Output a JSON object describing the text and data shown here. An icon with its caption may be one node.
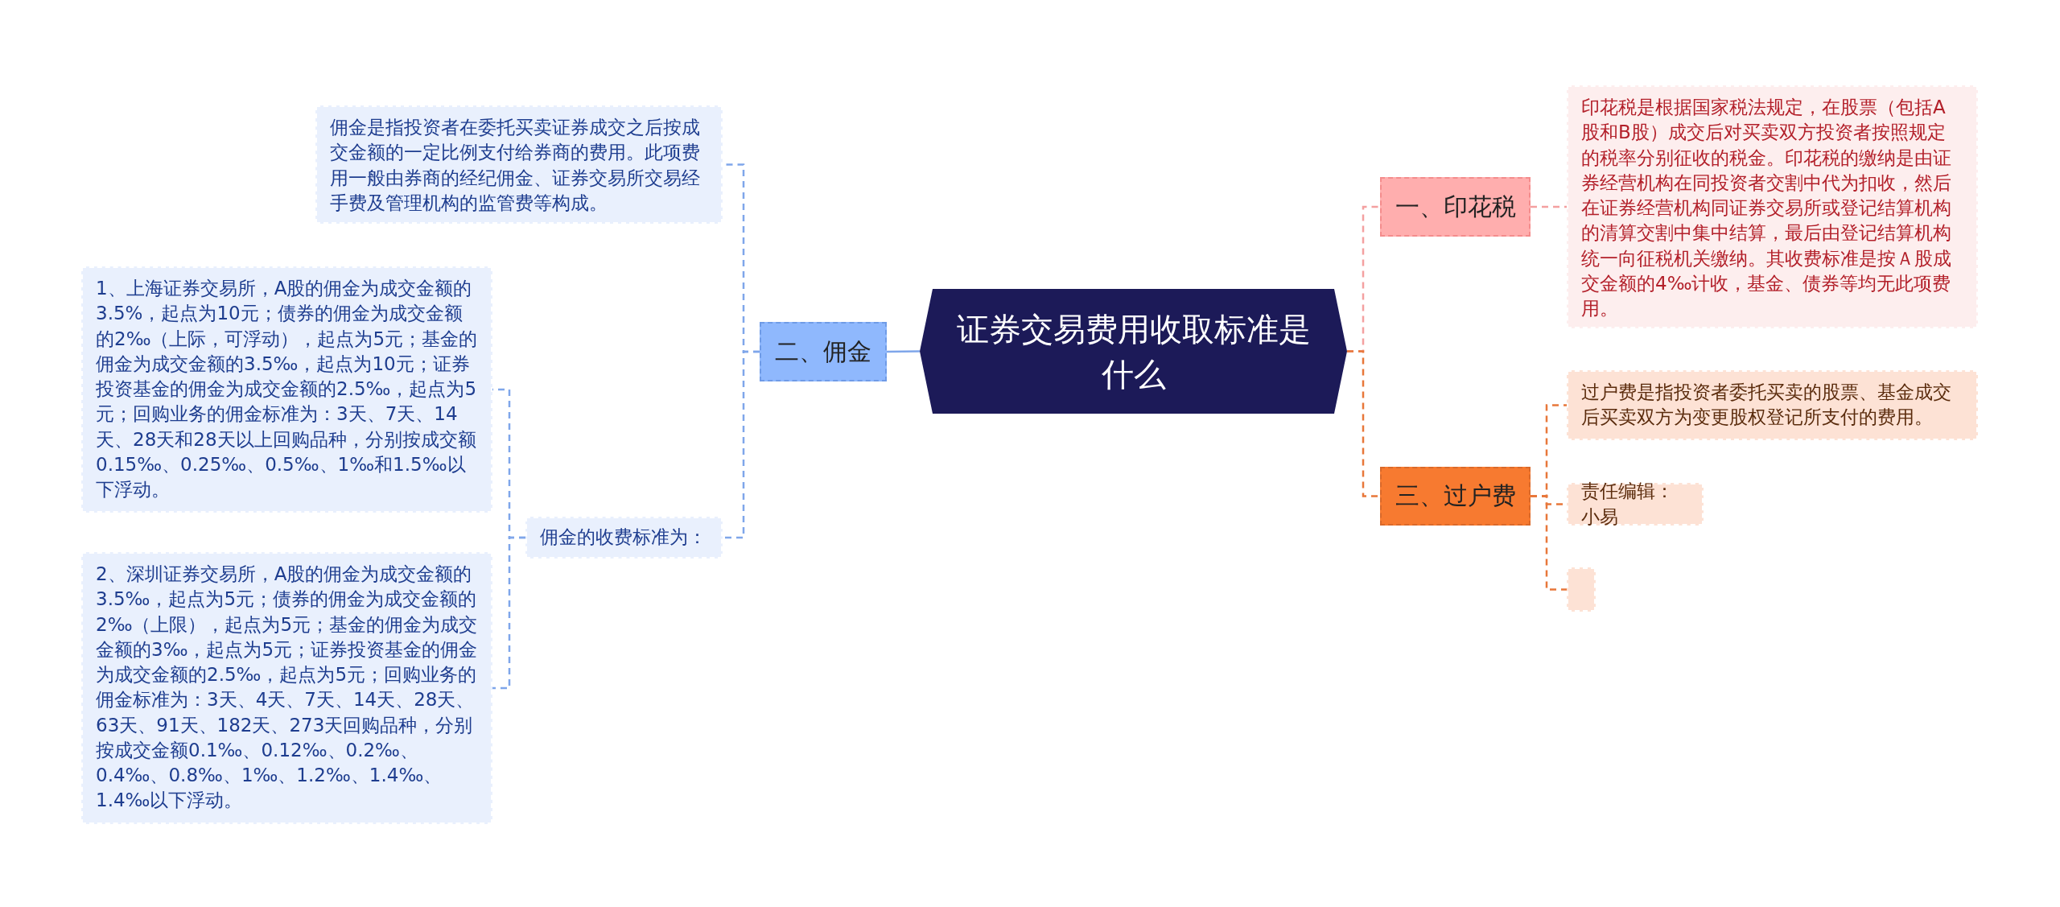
{
  "diagram": {
    "nodes": [
      {
        "text": [
          "证券交易费用收取标准是什么"
        ]
      },
      {
        "text": [
          "二、佣金"
        ]
      },
      {
        "text": [
          "佣金是指投资者在委托买卖证券成交之后按成交金额的一定比例支付给券商的费用。此项费用一般由券商的经纪佣金、证券交易所交易经手费及管理机构的监管费等构成。"
        ]
      },
      {
        "text": [
          "佣金的收费标准为："
        ]
      },
      {
        "text": [
          "1、上海证券交易所，A股的佣金为成交金额的3.5%，起点为10元；债券的佣金为成交金额的2‰（上际，可浮动），起点为5元；基金的佣金为成交金额的3.5‰，起点为10元；证券投资基金的佣金为成交金额的2.5‰，起点为5元；回购业务的佣金标准为：3天、7天、14天、28天和28天以上回购品种，分别按成交额0.15‰、0.25‰、0.5‰、1‰和1.5‰以下浮动。"
        ]
      },
      {
        "text": [
          "2、深圳证券交易所，A股的佣金为成交金额的3.5‰，起点为5元；债券的佣金为成交金额的2‰（上限），起点为5元；基金的佣金为成交金额的3‰，起点为5元；证券投资基金的佣金为成交金额的2.5‰，起点为5元；回购业务的佣金标准为：3天、4天、7天、14天、28天、63天、91天、182天、273天回购品种，分别按成交金额0.1‰、0.12‰、0.2‰、0.4‰、0.8‰、1‰、1.2‰、1.4‰、1.4‰以下浮动。"
        ]
      },
      {
        "text": [
          "一、印花税"
        ]
      },
      {
        "text": [
          "印花税是根据国家税法规定，在股票（包括A股和B股）成交后对买卖双方投资者按照规定的税率分别征收的税金。印花税的缴纳是由证券经营机构在同投资者交割中代为扣收，然后在证券经营机构同证券交易所或登记结算机构的清算交割中集中结算，最后由登记结算机构统一向征税机关缴纳。其收费标准是按Ａ股成交金额的4‰计收，基金、债券等均无此项费用。"
        ]
      },
      {
        "text": [
          "三、过户费"
        ]
      },
      {
        "text": [
          "过户费是指投资者委托买卖的股票、基金成交后买卖双方为变更股权登记所支付的费用。"
        ]
      },
      {
        "text": [
          "责任编辑：小易"
        ]
      },
      {
        "text": [],
        "shape": "box"
      }
    ],
    "edges": [
      {
        "from": 0,
        "to": 1,
        "arrow": "none",
        "color": "#7fa6ea"
      },
      {
        "from": 1,
        "to": 2,
        "arrow": "none",
        "style": "dashed",
        "color": "#7fa6ea"
      },
      {
        "from": 1,
        "to": 3,
        "arrow": "none",
        "style": "dashed",
        "color": "#7fa6ea"
      },
      {
        "from": 3,
        "to": 4,
        "arrow": "none",
        "style": "dashed",
        "color": "#7fa6ea"
      },
      {
        "from": 3,
        "to": 5,
        "arrow": "none",
        "style": "dashed",
        "color": "#7fa6ea"
      },
      {
        "from": 0,
        "to": 6,
        "arrow": "none",
        "style": "dashed",
        "color": "#f4a0a0"
      },
      {
        "from": 6,
        "to": 7,
        "arrow": "none",
        "style": "dashed",
        "color": "#f4a0a0"
      },
      {
        "from": 0,
        "to": 8,
        "arrow": "none",
        "style": "dashed",
        "color": "#e8773a"
      },
      {
        "from": 8,
        "to": 9,
        "arrow": "none",
        "style": "dashed",
        "color": "#e8773a"
      },
      {
        "from": 8,
        "to": 10,
        "arrow": "none",
        "style": "dashed",
        "color": "#e8773a"
      },
      {
        "from": 8,
        "to": 11,
        "arrow": "none",
        "style": "dashed",
        "color": "#e8773a"
      }
    ]
  }
}
